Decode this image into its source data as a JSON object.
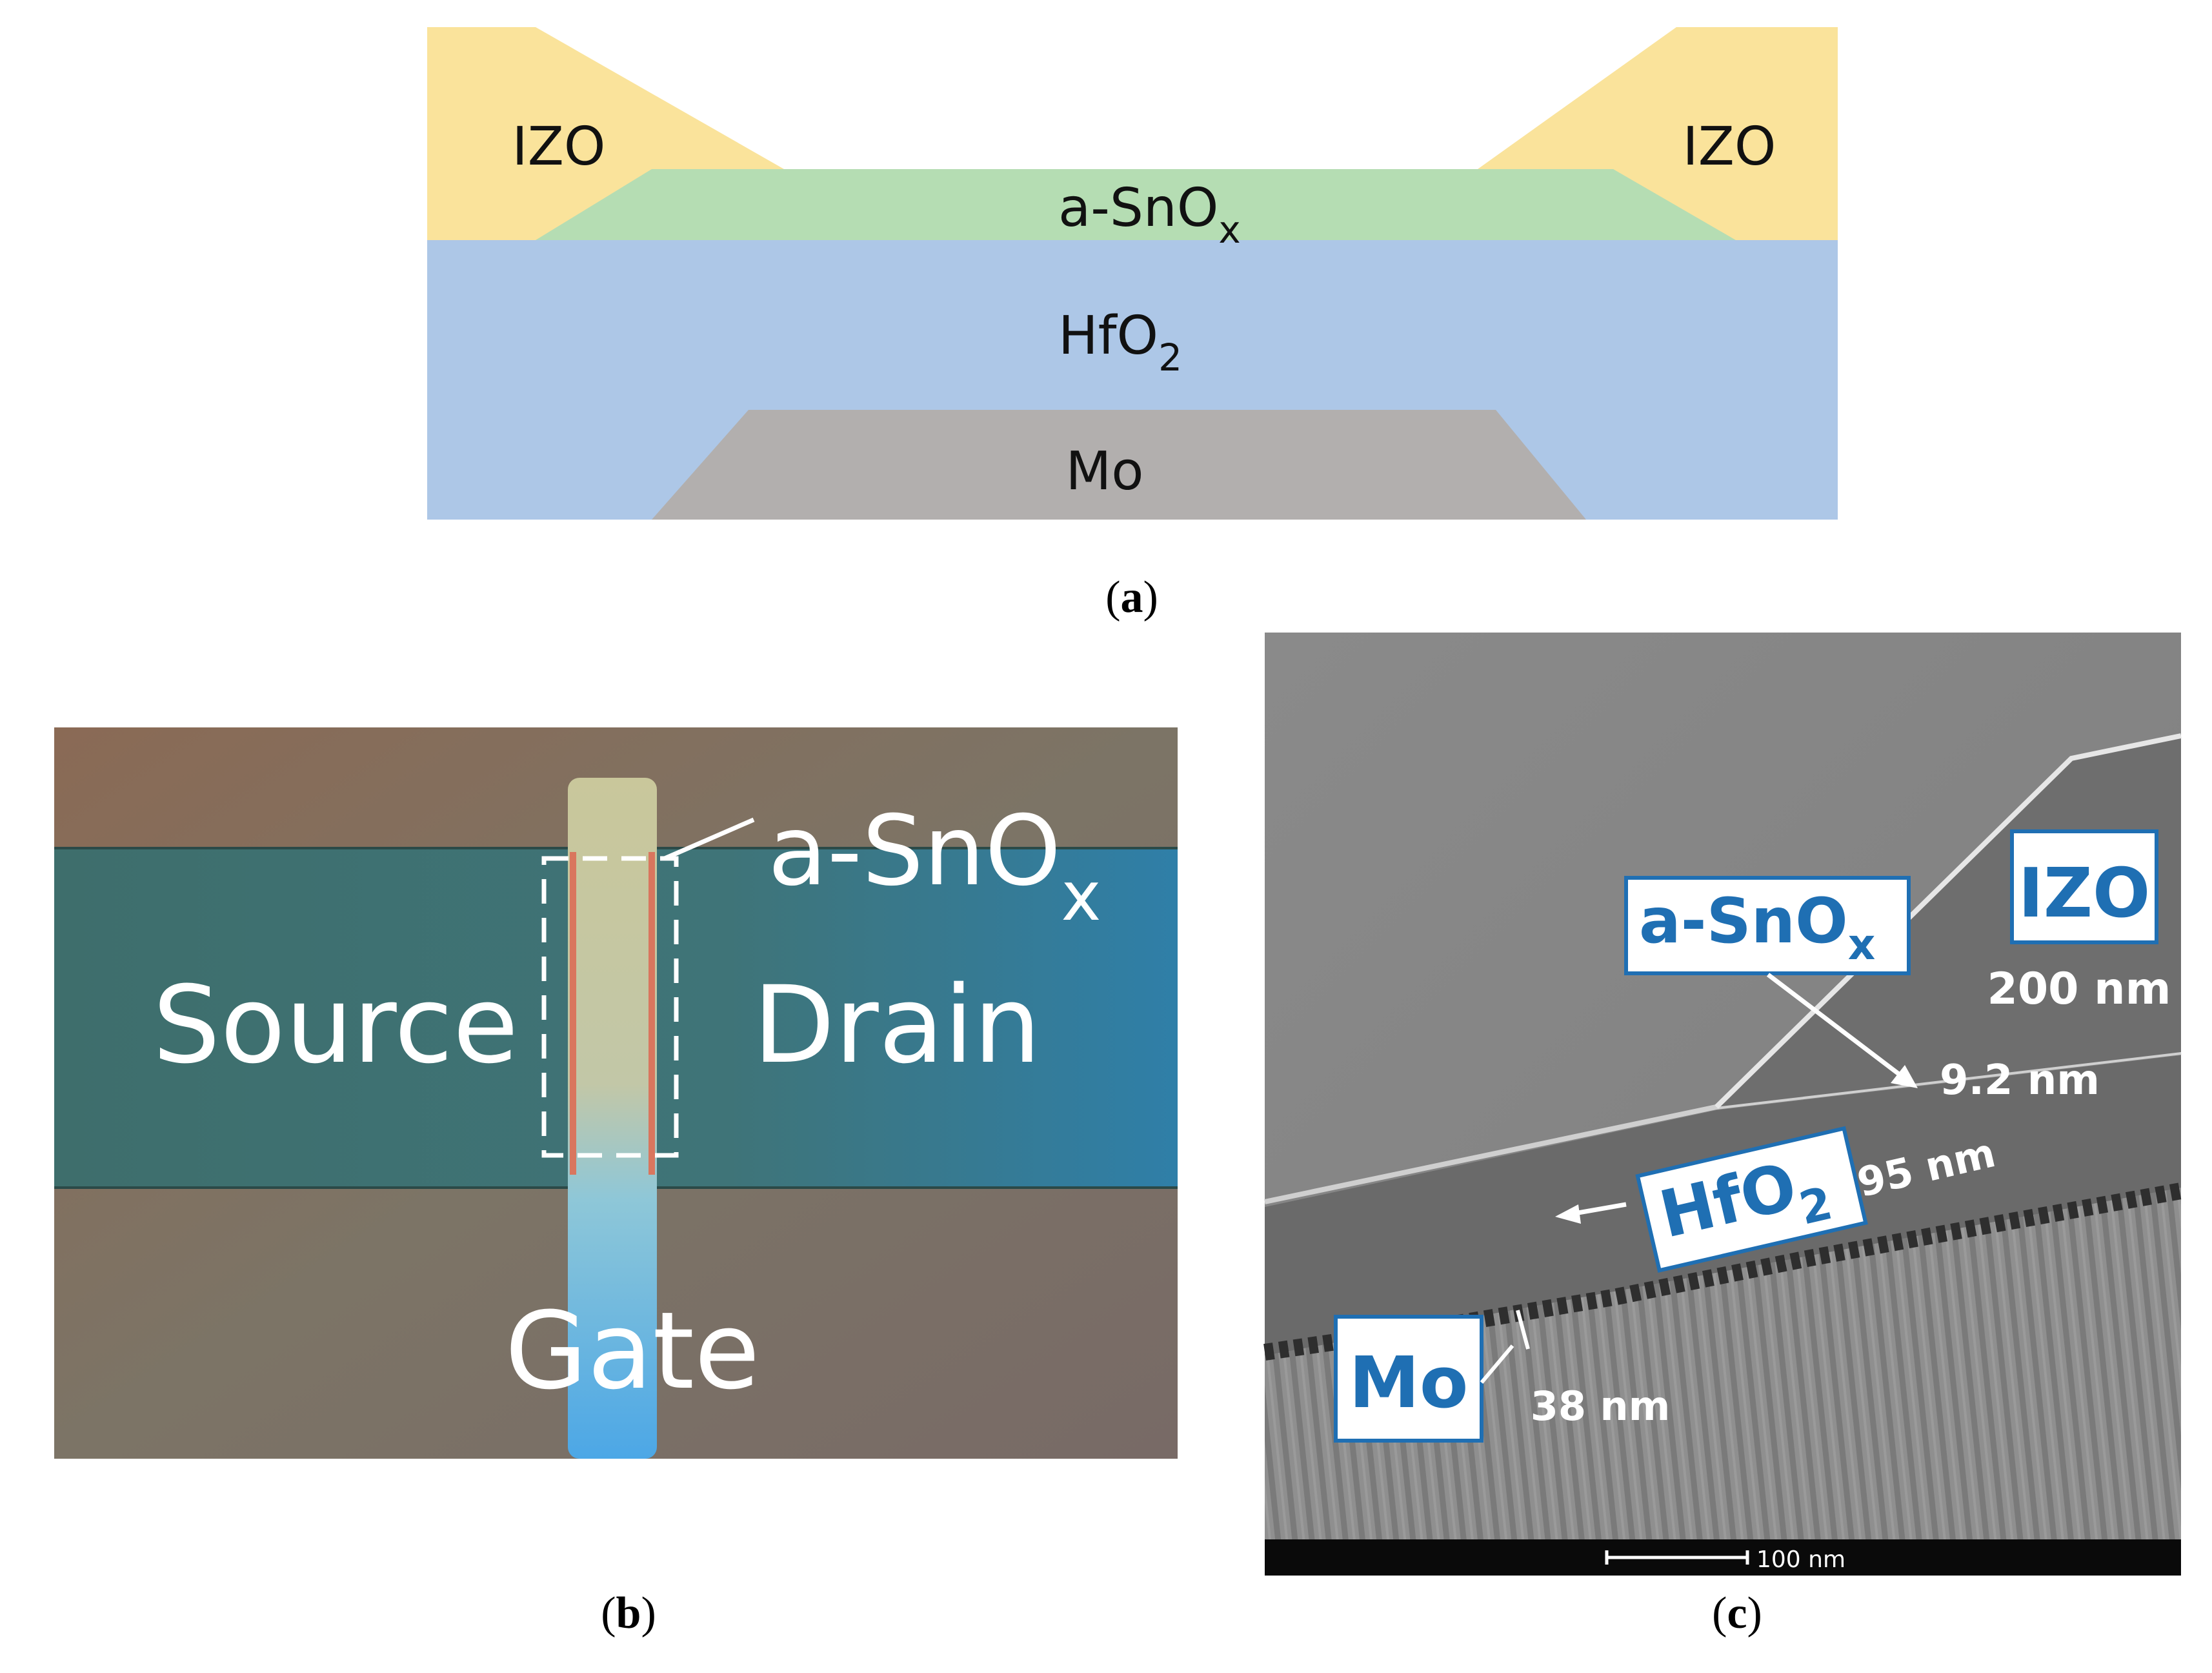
{
  "panel_a": {
    "layers": {
      "izo_left": "IZO",
      "izo_right": "IZO",
      "channel_base": "a-SnO",
      "channel_sub": "x",
      "dielectric_base": "HfO",
      "dielectric_sub": "2",
      "gate_metal": "Mo"
    },
    "colors": {
      "izo": "#FAE39B",
      "channel": "#B5DDB3",
      "dielectric": "#ADC7E7",
      "gate": "#B2AFAE"
    },
    "caption_letter": "a"
  },
  "panel_b": {
    "labels": {
      "source": "Source",
      "drain": "Drain",
      "gate": "Gate",
      "channel_base": "a-SnO",
      "channel_sub": "x"
    },
    "caption_letter": "b"
  },
  "panel_c": {
    "labels": {
      "izo": "IZO",
      "channel_base": "a-SnO",
      "channel_sub": "x",
      "dielectric_base": "HfO",
      "dielectric_sub": "2",
      "gate_metal": "Mo"
    },
    "thickness": {
      "izo": "200 nm",
      "channel": "9.2 nm",
      "dielectric": "95 nm",
      "gate_metal": "38 nm"
    },
    "scale_bar": "100 nm",
    "caption_letter": "c"
  }
}
